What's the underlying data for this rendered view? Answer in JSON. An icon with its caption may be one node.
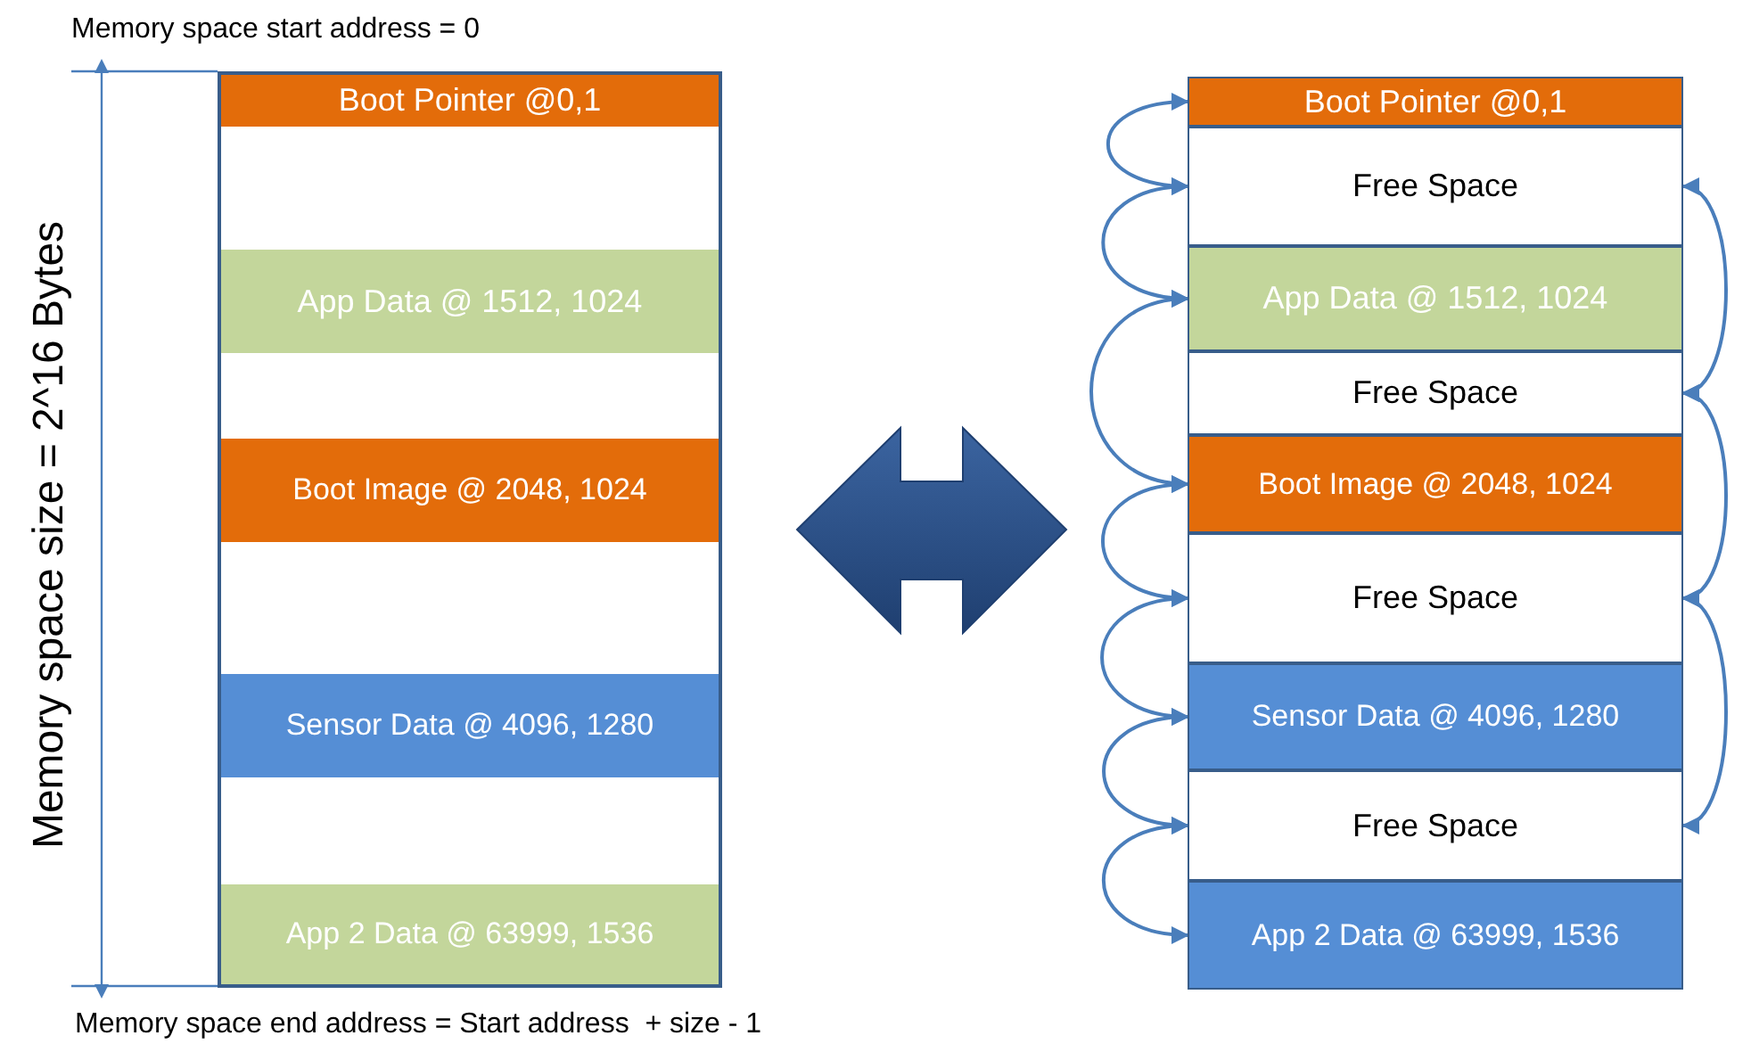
{
  "diagram": {
    "nodes": [
      {
        "text": [],
        "shape": "box"
      },
      {
        "text": [
          "Boot Pointer @0,1"
        ],
        "in": 0
      },
      {
        "text": [
          "App Data @ 1512, 1024"
        ],
        "in": 0
      },
      {
        "text": [
          "Boot Image @ 2048, 1024"
        ],
        "in": 0
      },
      {
        "text": [
          "Sensor Data @ 4096, 1280"
        ],
        "in": 0
      },
      {
        "text": [
          "App 2 Data @ 63999, 1536"
        ],
        "in": 0
      },
      {
        "text": [
          "Boot Pointer @0,1"
        ]
      },
      {
        "text": [
          "Free Space"
        ]
      },
      {
        "text": [
          "App Data @ 1512, 1024"
        ]
      },
      {
        "text": [
          "Free Space"
        ]
      },
      {
        "text": [
          "Boot Image @ 2048, 1024"
        ]
      },
      {
        "text": [
          "Free Space"
        ]
      },
      {
        "text": [
          "Sensor Data @ 4096, 1280"
        ]
      },
      {
        "text": [
          "Free Space"
        ]
      },
      {
        "text": [
          "App 2 Data @ 63999, 1536"
        ]
      }
    ],
    "edges": [
      {
        "from": 6,
        "to": 7,
        "arrow": "both"
      },
      {
        "from": 7,
        "to": 8,
        "arrow": "both"
      },
      {
        "from": 8,
        "to": 10,
        "arrow": "both"
      },
      {
        "from": 10,
        "to": 11,
        "arrow": "both"
      },
      {
        "from": 11,
        "to": 12,
        "arrow": "both"
      },
      {
        "from": 12,
        "to": 13,
        "arrow": "both"
      },
      {
        "from": 13,
        "to": 14,
        "arrow": "both"
      },
      {
        "from": 7,
        "to": 9,
        "arrow": "both"
      },
      {
        "from": 9,
        "to": 11,
        "arrow": "both"
      },
      {
        "from": 11,
        "to": 13,
        "arrow": "both"
      }
    ],
    "labels": [
      "Memory space start address = 0",
      "Memory space size = 2^16 Bytes",
      "Memory space end address = Start address  + size - 1"
    ]
  }
}
